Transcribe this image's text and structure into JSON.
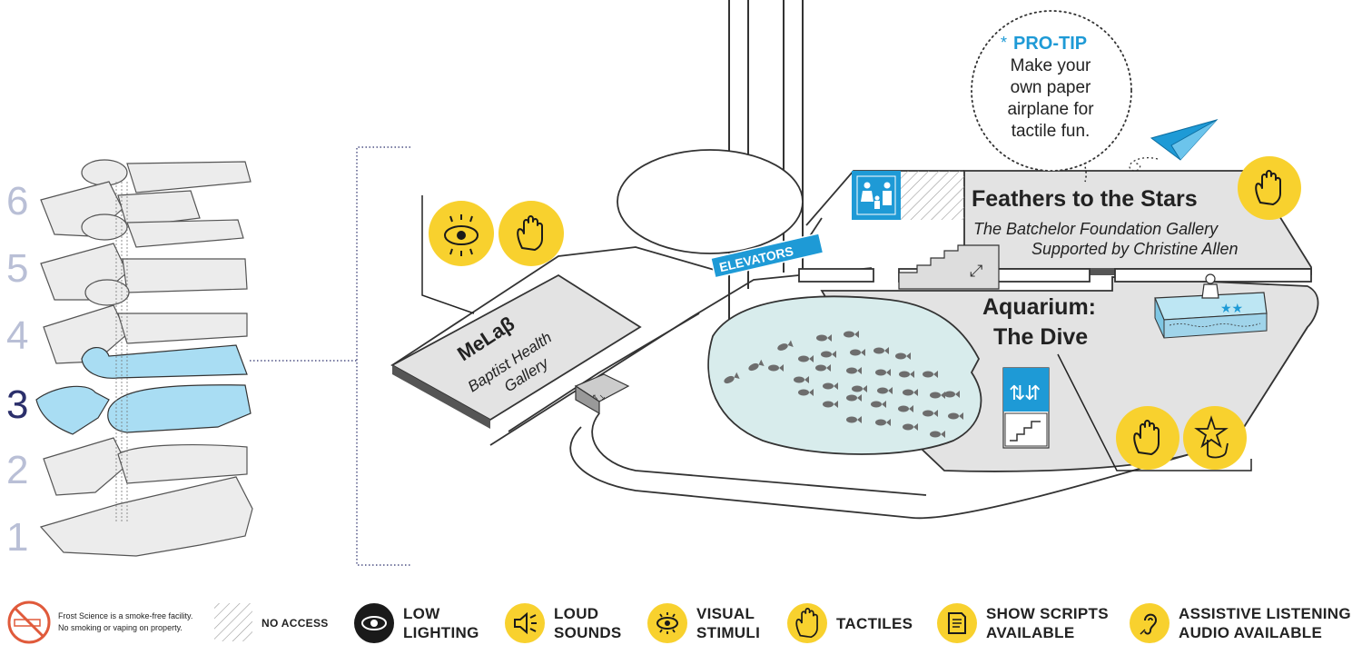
{
  "floors": [
    "6",
    "5",
    "4",
    "3",
    "2",
    "1"
  ],
  "current_floor": "3",
  "protip": {
    "heading": "PRO-TIP",
    "star": "*",
    "lines": [
      "Make your",
      "own paper",
      "airplane for",
      "tactile fun."
    ]
  },
  "elevators_label": "ELEVATORS",
  "galleries": {
    "melab_title": "MeLaβ",
    "melab_sub1": "Baptist Health",
    "melab_sub2": "Gallery",
    "feathers_title": "Feathers to the Stars",
    "feathers_sub1": "The Batchelor Foundation Gallery",
    "feathers_sub2": "Supported by Christine Allen",
    "aquarium_line1": "Aquarium:",
    "aquarium_line2": "The Dive"
  },
  "legend": {
    "smoke_line1": "Frost Science is a smoke-free facility.",
    "smoke_line2": "No smoking or vaping on property.",
    "no_access": "NO ACCESS",
    "low_lighting_1": "LOW",
    "low_lighting_2": "LIGHTING",
    "loud_sounds_1": "LOUD",
    "loud_sounds_2": "SOUNDS",
    "visual_stimuli_1": "VISUAL",
    "visual_stimuli_2": "STIMULI",
    "tactiles": "TACTILES",
    "show_scripts_1": "SHOW SCRIPTS",
    "show_scripts_2": "AVAILABLE",
    "assistive_1": "ASSISTIVE LISTENING",
    "assistive_2": "AUDIO AVAILABLE"
  },
  "colors": {
    "accent_yellow": "#f8d12e",
    "current_floor_blue": "#a9ddf3",
    "signage_blue": "#1e9ad6",
    "floor_number_gray": "#b9bfd6",
    "floor_number_active": "#2b2f6b",
    "floor_gray": "#e3e3e3"
  },
  "icons": [
    "eye-icon",
    "hand-icon",
    "starfish-touch-icon",
    "restroom-icon",
    "elevator-icon",
    "stairs-icon",
    "paper-airplane-icon",
    "no-smoking-icon",
    "script-icon",
    "ear-icon",
    "speaker-icon",
    "low-light-eye-icon"
  ]
}
